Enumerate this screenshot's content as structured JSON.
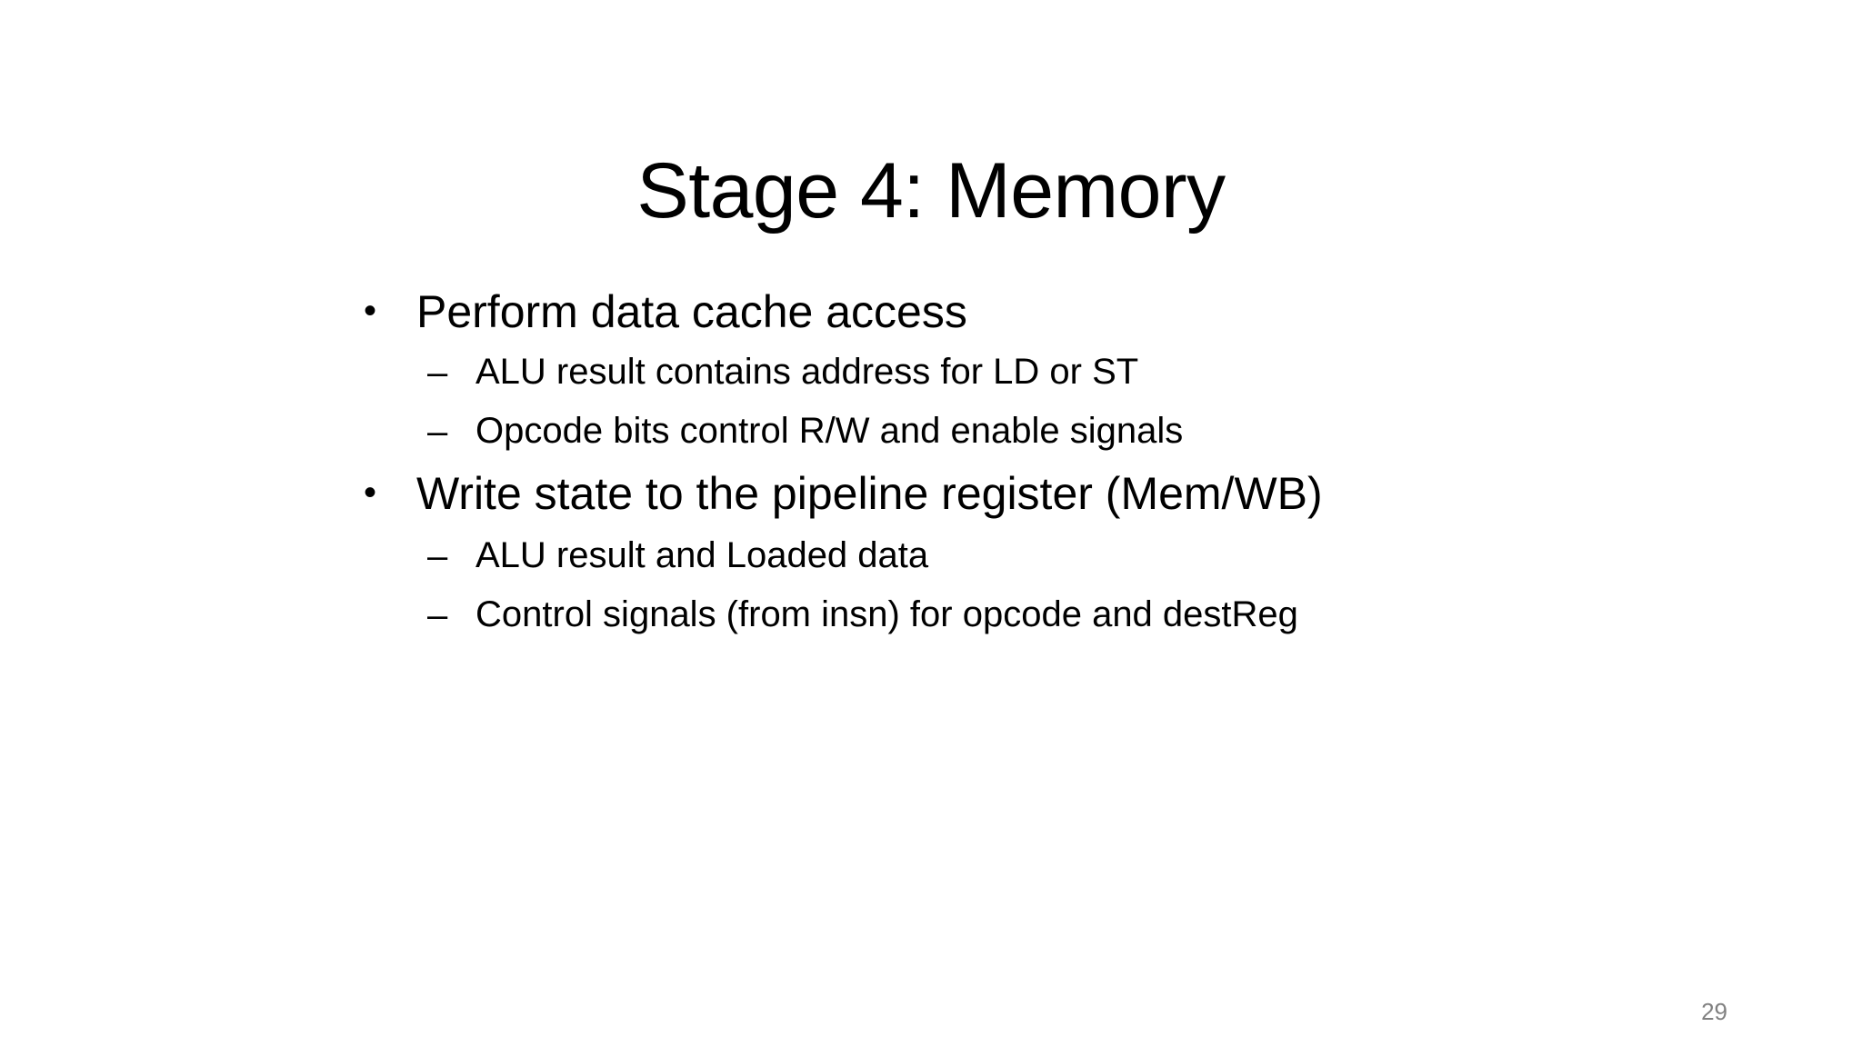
{
  "slide": {
    "title": "Stage 4: Memory",
    "page_number": "29",
    "background_color": "#ffffff",
    "text_color": "#000000",
    "page_number_color": "#808080",
    "bullet_marker_level1": "•",
    "bullet_marker_level2": "–",
    "content": [
      {
        "level": 1,
        "marker": "•",
        "text": "Perform data cache access"
      },
      {
        "level": 2,
        "marker": "–",
        "text": "ALU result contains address for LD or ST"
      },
      {
        "level": 2,
        "marker": "–",
        "text": "Opcode bits control R/W and enable signals"
      },
      {
        "level": 1,
        "marker": "•",
        "text": "Write state to the pipeline register (Mem/WB)"
      },
      {
        "level": 2,
        "marker": "–",
        "text": "ALU result and Loaded data"
      },
      {
        "level": 2,
        "marker": "–",
        "text": "Control signals (from insn) for opcode and destReg"
      }
    ]
  }
}
